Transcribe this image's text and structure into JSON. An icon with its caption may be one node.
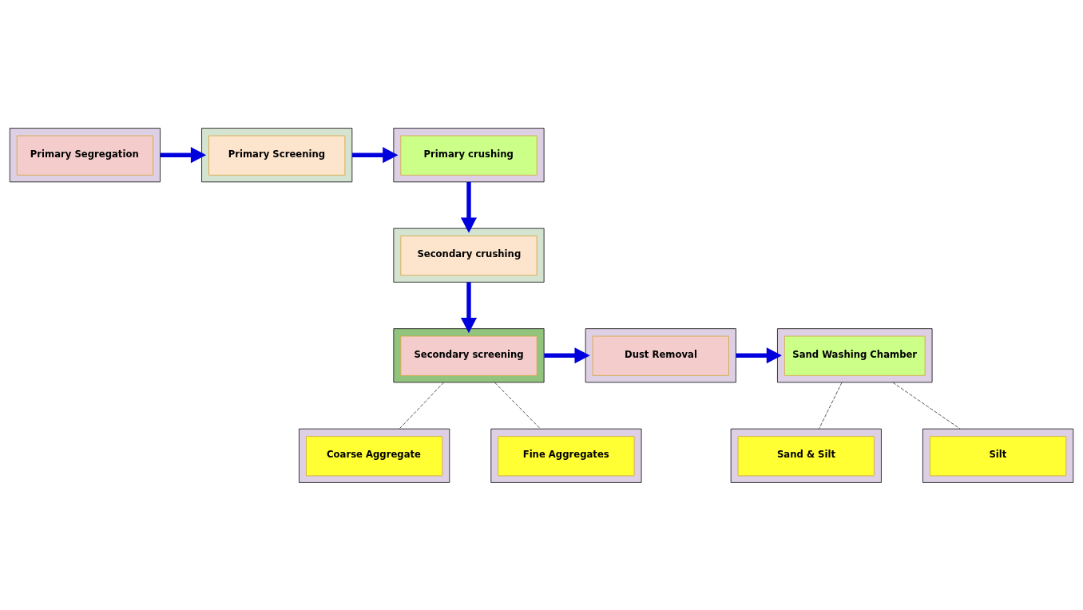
{
  "diagram": {
    "nodes": [
      {
        "text": [
          "Primary Segregation"
        ]
      },
      {
        "text": [
          "Primary Screening"
        ]
      },
      {
        "text": [
          "Primary crushing"
        ]
      },
      {
        "text": [
          "Secondary crushing"
        ]
      },
      {
        "text": [
          "Coarse Aggregate"
        ]
      },
      {
        "text": [
          "Secondary screening"
        ]
      },
      {
        "text": [
          "Dust Removal"
        ]
      },
      {
        "text": [
          "Sand Washing Chamber"
        ]
      },
      {
        "text": [
          "Fine Aggregates"
        ]
      },
      {
        "text": [
          "Sand & Silt"
        ]
      },
      {
        "text": [
          "Silt"
        ]
      }
    ],
    "edges": [
      {
        "from": 0,
        "to": 1,
        "arrow": "to"
      },
      {
        "from": 1,
        "to": 2,
        "arrow": "to"
      },
      {
        "from": 2,
        "to": 3,
        "arrow": "to"
      },
      {
        "from": 3,
        "to": 5,
        "arrow": "to"
      },
      {
        "from": 5,
        "to": 6,
        "arrow": "to"
      },
      {
        "from": 6,
        "to": 7,
        "arrow": "to"
      },
      {
        "from": 5,
        "to": 4,
        "arrow": "none",
        "style": "dashed",
        "color": "#444444"
      },
      {
        "from": 5,
        "to": 8,
        "arrow": "none",
        "style": "dashed",
        "color": "#444444"
      },
      {
        "from": 7,
        "to": 9,
        "arrow": "none",
        "style": "dashed",
        "color": "#444444"
      },
      {
        "from": 7,
        "to": 10,
        "arrow": "none",
        "style": "dashed",
        "color": "#444444"
      }
    ]
  }
}
